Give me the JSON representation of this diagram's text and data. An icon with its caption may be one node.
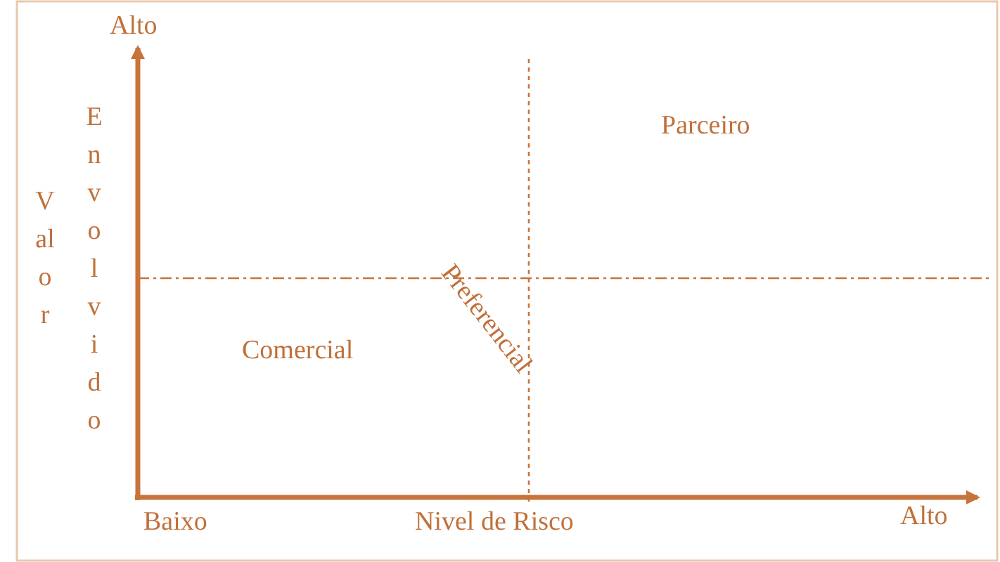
{
  "diagram": {
    "labels": [
      "Alto",
      "Valor",
      "Envolvido",
      "Parceiro",
      "Preferencial",
      "Comercial",
      "Baixo",
      "Nivel de Risco",
      "Alto"
    ]
  }
}
